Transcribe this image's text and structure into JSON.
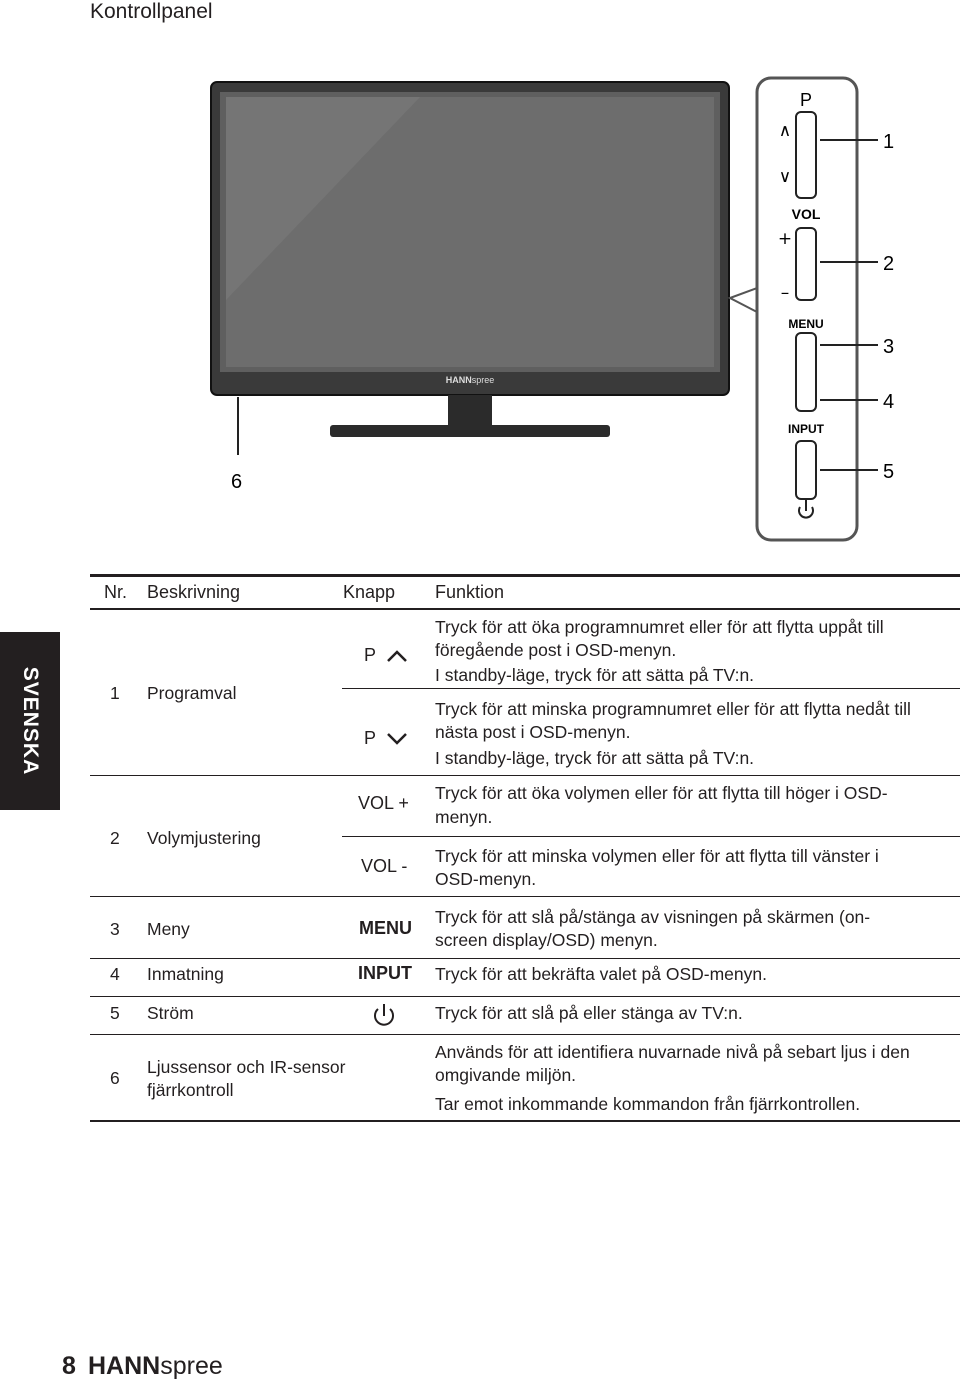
{
  "page": {
    "title": "Kontrollpanel",
    "language_tab": "SVENSKA",
    "page_number": "8"
  },
  "brand": {
    "bold": "HANN",
    "light": "spree"
  },
  "figure": {
    "callouts": [
      "1",
      "2",
      "3",
      "4",
      "5",
      "6"
    ],
    "panel_labels": {
      "p": "P",
      "up": "∧",
      "down": "∨",
      "vol": "VOL",
      "plus": "+",
      "minus": "–",
      "menu": "MENU",
      "input": "INPUT"
    }
  },
  "table": {
    "headers": {
      "nr": "Nr.",
      "desc": "Beskrivning",
      "button": "Knapp",
      "function": "Funktion"
    },
    "rows": [
      {
        "nr": "1",
        "desc": "Programval",
        "b1": "P",
        "f1a": "Tryck för att öka programnumret eller för att flytta uppåt till",
        "f1b": "föregående post i OSD-menyn.",
        "f1c": "I standby-läge, tryck för att sätta på TV:n.",
        "b2": "P",
        "f2a": "Tryck för att minska programnumret eller för att flytta nedåt till",
        "f2b": "nästa post i OSD-menyn.",
        "f2c": "I standby-läge, tryck för att sätta på TV:n."
      },
      {
        "nr": "2",
        "desc": "Volymjustering",
        "b1": "VOL +",
        "f1a": "Tryck för att öka volymen eller för att flytta till höger i OSD-",
        "f1b": "menyn.",
        "b2": "VOL -",
        "f2a": "Tryck för att minska volymen eller för att flytta till vänster i",
        "f2b": "OSD-menyn."
      },
      {
        "nr": "3",
        "desc": "Meny",
        "b": "MENU",
        "fa": "Tryck för att slå på/stänga av visningen på skärmen (on-",
        "fb": "screen display/OSD) menyn."
      },
      {
        "nr": "4",
        "desc": "Inmatning",
        "b": "INPUT",
        "fa": "Tryck för att bekräfta valet på OSD-menyn."
      },
      {
        "nr": "5",
        "desc": "Ström",
        "b_icon": "power-icon",
        "fa": "Tryck för att slå på eller stänga av TV:n."
      },
      {
        "nr": "6",
        "desc_a": "Ljussensor och IR-sensor",
        "desc_b": "fjärrkontroll",
        "fa": "Används för att identifiera nuvarnade nivå på sebart ljus i den",
        "fb": "omgivande miljön.",
        "fc": "Tar emot inkommande kommandon från fjärrkontrollen."
      }
    ]
  }
}
